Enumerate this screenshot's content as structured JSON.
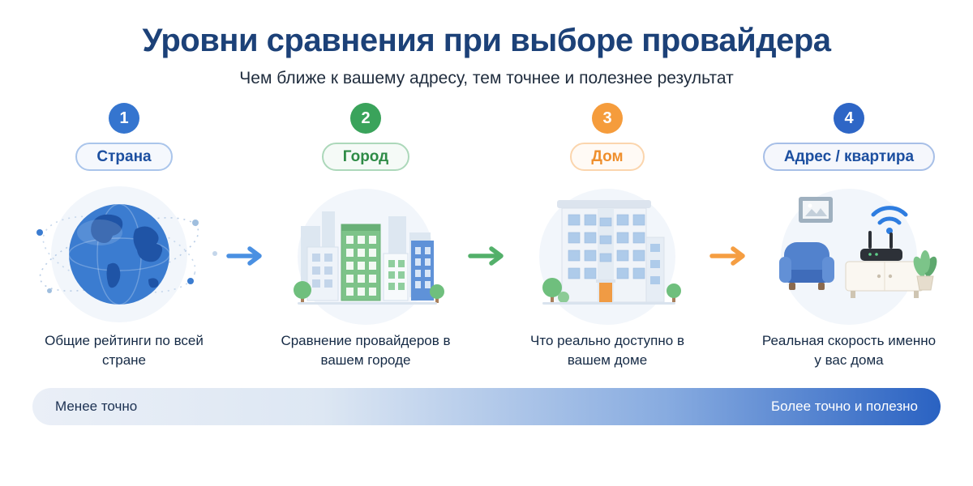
{
  "title": "Уровни сравнения при выборе провайдера",
  "subtitle": "Чем ближе к вашему адресу, тем точнее и полезнее результат",
  "steps": [
    {
      "number": "1",
      "label": "Страна",
      "caption": "Общие рейтинги по всей стране",
      "icon": "globe-network-illustration",
      "color": "#3575cf",
      "label_color": "#1c4fa0"
    },
    {
      "number": "2",
      "label": "Город",
      "caption": "Сравнение провайдеров в вашем городе",
      "icon": "city-buildings-illustration",
      "color": "#3aa35b",
      "label_color": "#2e8b46"
    },
    {
      "number": "3",
      "label": "Дом",
      "caption": "Что реально доступно в вашем доме",
      "icon": "apartment-building-illustration",
      "color": "#f59c3c",
      "label_color": "#ef8f2d"
    },
    {
      "number": "4",
      "label": "Адрес / квартира",
      "caption": "Реальная скорость именно у вас дома",
      "icon": "home-interior-illustration",
      "color": "#2e66c6",
      "label_color": "#1c4fa0"
    }
  ],
  "arrows": [
    {
      "icon": "arrow-right-icon",
      "color": "#4a90e2"
    },
    {
      "icon": "arrow-right-icon",
      "color": "#53b06a"
    },
    {
      "icon": "arrow-right-icon",
      "color": "#f59e42"
    }
  ],
  "footer": {
    "left": "Менее точно",
    "right": "Более точно и полезно"
  }
}
